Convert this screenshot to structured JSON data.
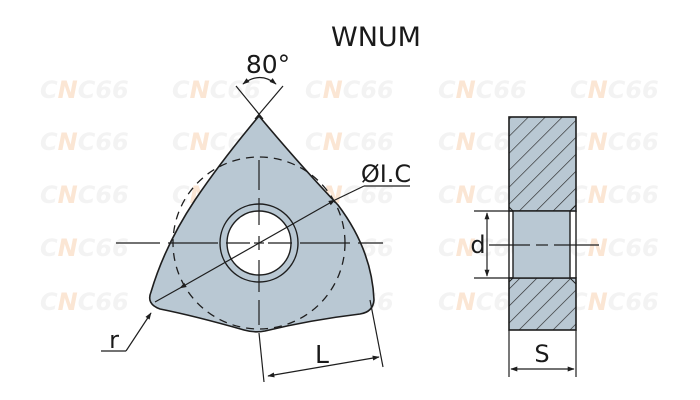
{
  "diagram": {
    "title": "WNUM",
    "type": "technical-drawing",
    "subject": "Trigon turning insert (W-shape, 80° corner angle)",
    "colors": {
      "insert_fill": "#b9c8d3",
      "line": "#1e1e1e",
      "background": "#ffffff",
      "watermark_gray": "#f3f3f3",
      "watermark_accent": "#fbe6d4"
    },
    "top_view": {
      "angle_label": "80°",
      "inscribed_circle_label": "ØI.C",
      "corner_radius_label": "r",
      "edge_length_label": "L"
    },
    "side_view": {
      "hole_diameter_label": "d",
      "thickness_label": "S"
    },
    "watermark": {
      "text_gray_1": "C",
      "text_accent": "N",
      "text_gray_2": "C66",
      "columns": [
        40,
        172,
        305,
        438,
        570
      ],
      "rows": [
        98,
        150,
        203,
        256,
        310
      ]
    }
  }
}
